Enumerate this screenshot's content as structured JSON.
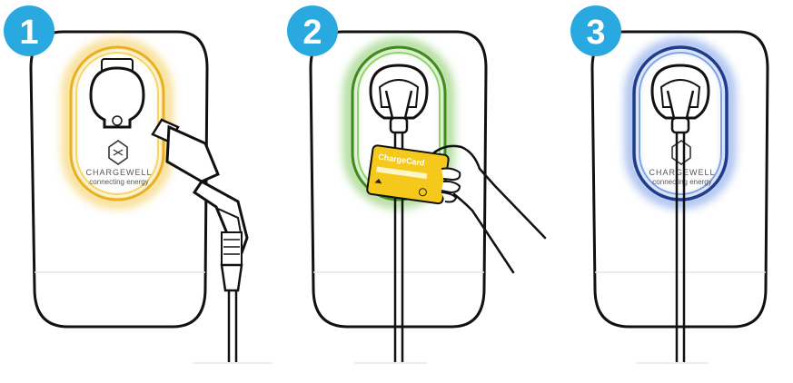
{
  "steps": [
    {
      "number": "1",
      "glow_color": "#f2c230",
      "state": "plug-in"
    },
    {
      "number": "2",
      "glow_color": "#5cb832",
      "state": "card-swipe"
    },
    {
      "number": "3",
      "glow_color": "#1f3c8c",
      "state": "charging"
    }
  ],
  "brand": {
    "name": "CHARGEWELL",
    "tagline": "connecting energy"
  },
  "card": {
    "title": "ChargeCard",
    "color": "#f5c91c"
  },
  "badge_color": "#29a9e0",
  "icons": [
    "socket-icon",
    "plug-connector-icon",
    "hand-holding-card-icon",
    "brand-logo-icon"
  ]
}
